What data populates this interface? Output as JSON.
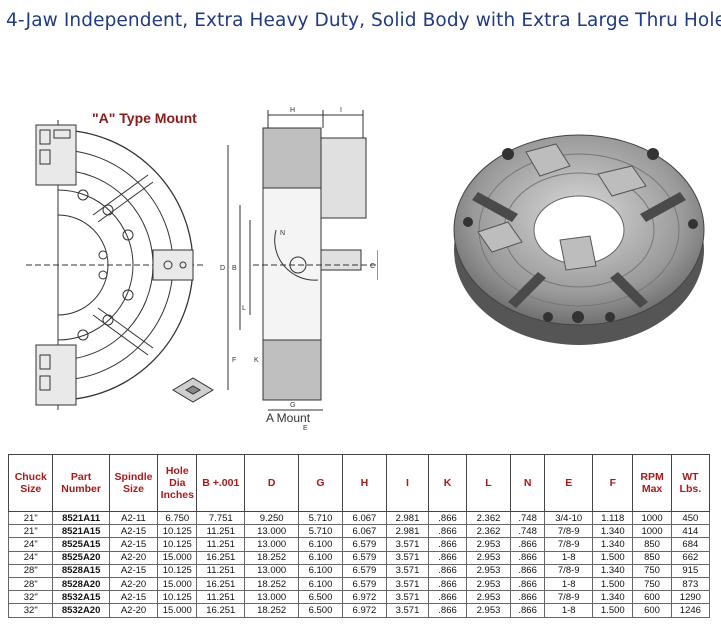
{
  "title": "4-Jaw Independent, Extra Heavy Duty, Solid Body with Extra Large Thru Hole",
  "drawing": {
    "mount_type_label": "\"A\" Type Mount",
    "a_mount_label": "A Mount",
    "dimension_letters": {
      "h": "H",
      "i": "I",
      "d": "D",
      "b": "B",
      "l": "L",
      "n": "N",
      "c": "C",
      "f": "F",
      "k": "K",
      "g": "G",
      "e": "E"
    }
  },
  "table": {
    "headers": [
      "Chuck Size",
      "Part Number",
      "Spindle Size",
      "Hole Dia Inches",
      "B +.001",
      "D",
      "G",
      "H",
      "I",
      "K",
      "L",
      "N",
      "E",
      "F",
      "RPM Max",
      "WT Lbs."
    ],
    "rows": [
      [
        "21\"",
        "8521A11",
        "A2-11",
        "6.750",
        "7.751",
        "9.250",
        "5.710",
        "6.067",
        "2.981",
        ".866",
        "2.362",
        ".748",
        "3/4-10",
        "1.118",
        "1000",
        "450"
      ],
      [
        "21\"",
        "8521A15",
        "A2-15",
        "10.125",
        "11.251",
        "13.000",
        "5.710",
        "6.067",
        "2.981",
        ".866",
        "2.362",
        ".748",
        "7/8-9",
        "1.340",
        "1000",
        "414"
      ],
      [
        "24\"",
        "8525A15",
        "A2-15",
        "10.125",
        "11.251",
        "13.000",
        "6.100",
        "6.579",
        "3.571",
        ".866",
        "2.953",
        ".866",
        "7/8-9",
        "1.340",
        "850",
        "684"
      ],
      [
        "24\"",
        "8525A20",
        "A2-20",
        "15.000",
        "16.251",
        "18.252",
        "6.100",
        "6.579",
        "3.571",
        ".866",
        "2.953",
        ".866",
        "1-8",
        "1.500",
        "850",
        "662"
      ],
      [
        "28\"",
        "8528A15",
        "A2-15",
        "10.125",
        "11.251",
        "13.000",
        "6.100",
        "6.579",
        "3.571",
        ".866",
        "2.953",
        ".866",
        "7/8-9",
        "1.340",
        "750",
        "915"
      ],
      [
        "28\"",
        "8528A20",
        "A2-20",
        "15.000",
        "16.251",
        "18.252",
        "6.100",
        "6.579",
        "3.571",
        ".866",
        "2.953",
        ".866",
        "1-8",
        "1.500",
        "750",
        "873"
      ],
      [
        "32\"",
        "8532A15",
        "A2-15",
        "10.125",
        "11.251",
        "13.000",
        "6.500",
        "6.972",
        "3.571",
        ".866",
        "2.953",
        ".866",
        "7/8-9",
        "1.340",
        "600",
        "1290"
      ],
      [
        "32\"",
        "8532A20",
        "A2-20",
        "15.000",
        "16.251",
        "18.252",
        "6.500",
        "6.972",
        "3.571",
        ".866",
        "2.953",
        ".866",
        "1-8",
        "1.500",
        "600",
        "1246"
      ]
    ]
  }
}
